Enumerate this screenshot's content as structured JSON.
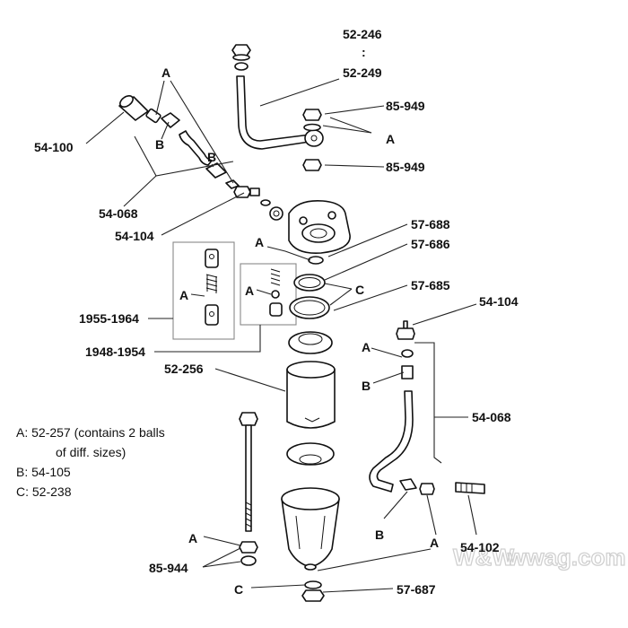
{
  "labels": {
    "p52_246": "52-246",
    "colon": ":",
    "p52_249": "52-249",
    "p85_949_top": "85-949",
    "a_top_right": "A",
    "p85_949_low": "85-949",
    "a_top_left": "A",
    "b_left": "B",
    "b_mid": "B",
    "p54_100": "54-100",
    "p54_068_left": "54-068",
    "p54_104_left": "54-104",
    "p57_688": "57-688",
    "p57_686": "57-686",
    "a_mid": "A",
    "c_mid": "C",
    "p57_685": "57-685",
    "p54_104_right": "54-104",
    "a_box_left": "A",
    "a_box_right": "A",
    "yr_1955_1964": "1955-1964",
    "yr_1948_1954": "1948-1954",
    "a_right": "A",
    "b_right": "B",
    "p52_256": "52-256",
    "p54_068_right": "54-068",
    "b_bottom": "B",
    "a_bottom_mid": "A",
    "p54_102": "54-102",
    "a_bottom_left": "A",
    "p85_944": "85-944",
    "c_bottom": "C",
    "p57_687": "57-687"
  },
  "legend": {
    "line1": "A: 52-257 (contains 2 balls",
    "line2": "of diff. sizes)",
    "line3": "B: 54-105",
    "line4": "C: 52-238"
  },
  "watermark": {
    "logo": "W&W",
    "site": "wwag.com"
  }
}
